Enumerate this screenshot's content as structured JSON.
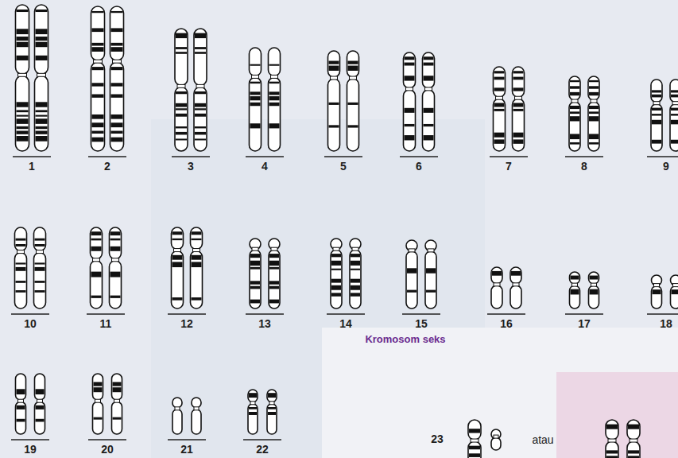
{
  "diagram": {
    "labels": [
      "1",
      "2",
      "3",
      "4",
      "5",
      "6",
      "7",
      "8",
      "9",
      "10",
      "11",
      "12",
      "13",
      "14",
      "15",
      "16",
      "17",
      "18",
      "19",
      "20",
      "21",
      "22",
      "Kromosom seks",
      "23",
      "atau"
    ]
  }
}
